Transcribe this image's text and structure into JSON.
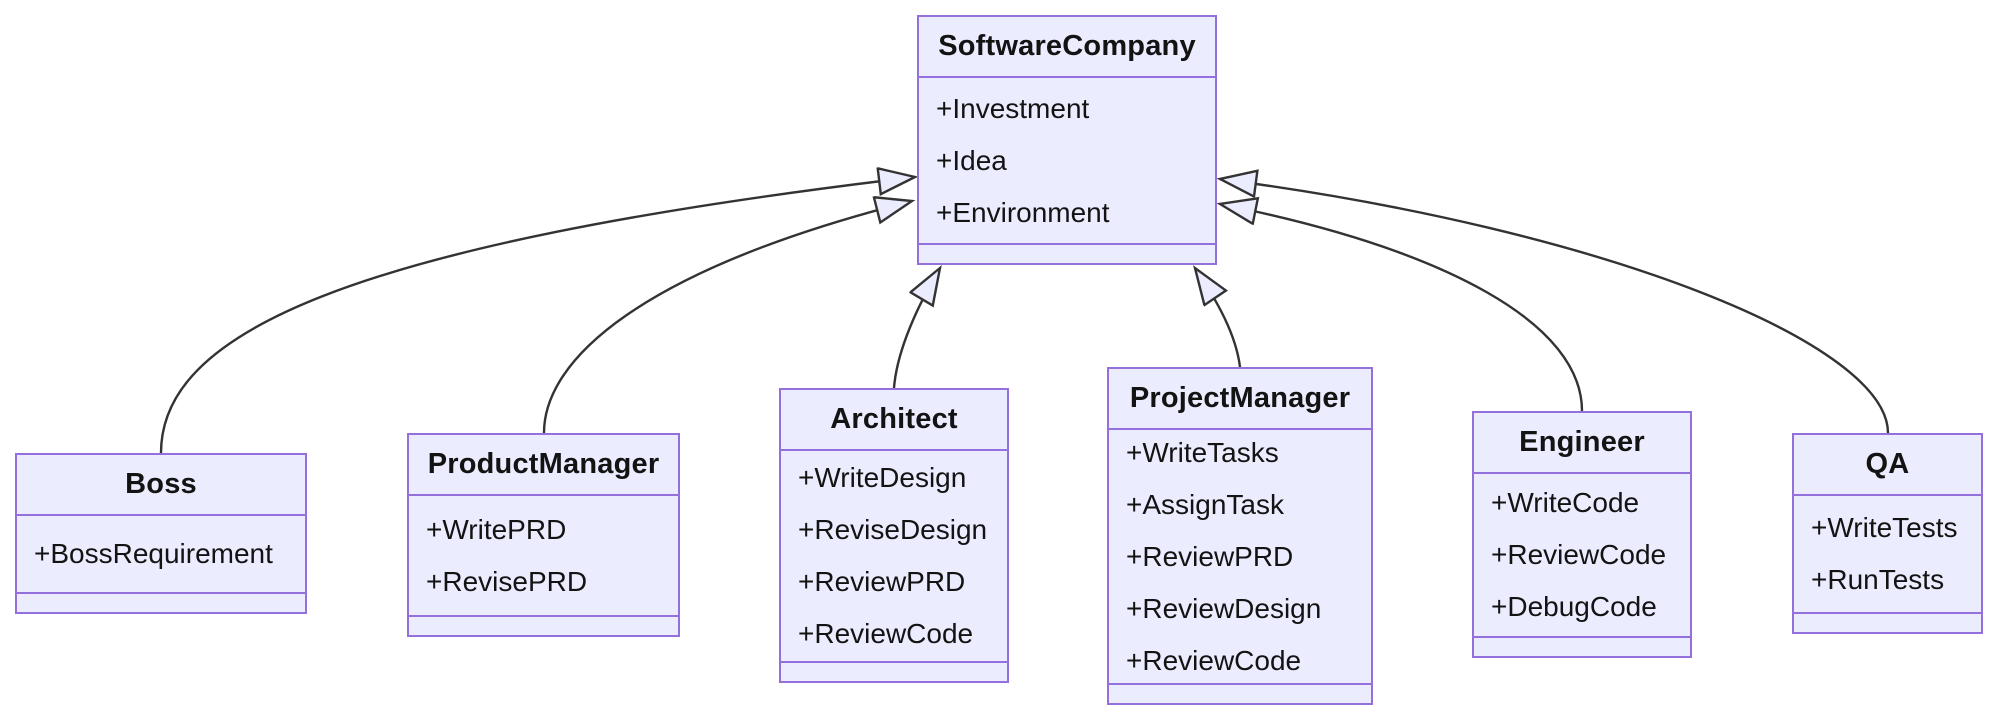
{
  "diagram": {
    "kind": "uml-class-diagram",
    "base_class": "SoftwareCompany",
    "relationship_type": "inheritance"
  },
  "colors": {
    "box_fill": "#ECECFF",
    "box_border": "#9370DB",
    "edge_stroke": "#333333",
    "text": "#131313",
    "background": "#ffffff"
  },
  "classes": [
    {
      "name": "SoftwareCompany",
      "members": [
        "+Investment",
        "+Idea",
        "+Environment"
      ]
    },
    {
      "name": "Boss",
      "members": [
        "+BossRequirement"
      ]
    },
    {
      "name": "ProductManager",
      "members": [
        "+WritePRD",
        "+RevisePRD"
      ]
    },
    {
      "name": "Architect",
      "members": [
        "+WriteDesign",
        "+ReviseDesign",
        "+ReviewPRD",
        "+ReviewCode"
      ]
    },
    {
      "name": "ProjectManager",
      "members": [
        "+WriteTasks",
        "+AssignTask",
        "+ReviewPRD",
        "+ReviewDesign",
        "+ReviewCode"
      ]
    },
    {
      "name": "Engineer",
      "members": [
        "+WriteCode",
        "+ReviewCode",
        "+DebugCode"
      ]
    },
    {
      "name": "QA",
      "members": [
        "+WriteTests",
        "+RunTests"
      ]
    }
  ],
  "relations": [
    {
      "from": "Boss",
      "to": "SoftwareCompany",
      "type": "inheritance"
    },
    {
      "from": "ProductManager",
      "to": "SoftwareCompany",
      "type": "inheritance"
    },
    {
      "from": "Architect",
      "to": "SoftwareCompany",
      "type": "inheritance"
    },
    {
      "from": "ProjectManager",
      "to": "SoftwareCompany",
      "type": "inheritance"
    },
    {
      "from": "Engineer",
      "to": "SoftwareCompany",
      "type": "inheritance"
    },
    {
      "from": "QA",
      "to": "SoftwareCompany",
      "type": "inheritance"
    }
  ]
}
